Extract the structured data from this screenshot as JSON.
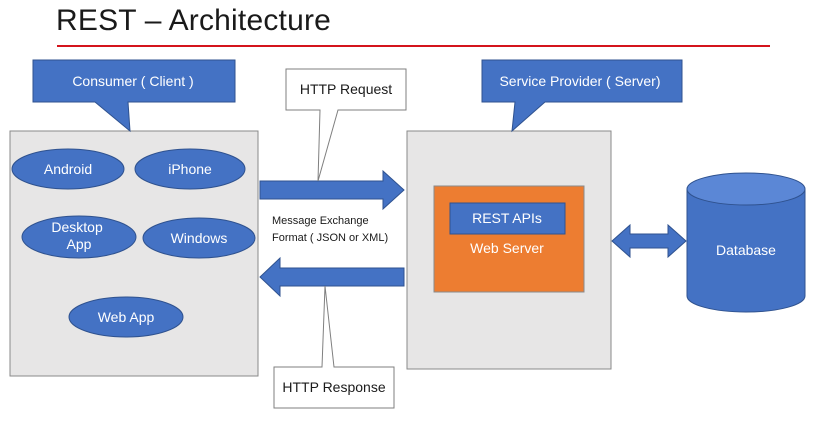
{
  "title": "REST – Architecture",
  "colors": {
    "accent_red": "#d4141c",
    "blue": "#4472c4",
    "blue_stroke": "#2f528f",
    "panel_gray": "#e7e6e6",
    "orange": "#ed7d31"
  },
  "consumer": {
    "callout": "Consumer ( Client )",
    "devices": [
      "Android",
      "iPhone",
      "Desktop\nApp",
      "Windows",
      "Web App"
    ]
  },
  "provider": {
    "callout": "Service Provider ( Server)",
    "web_server_label": "Web Server",
    "api_label": "REST APIs"
  },
  "exchange": {
    "request_callout": "HTTP Request",
    "response_callout": "HTTP Response",
    "format_line1": "Message Exchange",
    "format_line2": "Format ( JSON or XML)"
  },
  "database": {
    "label": "Database"
  }
}
